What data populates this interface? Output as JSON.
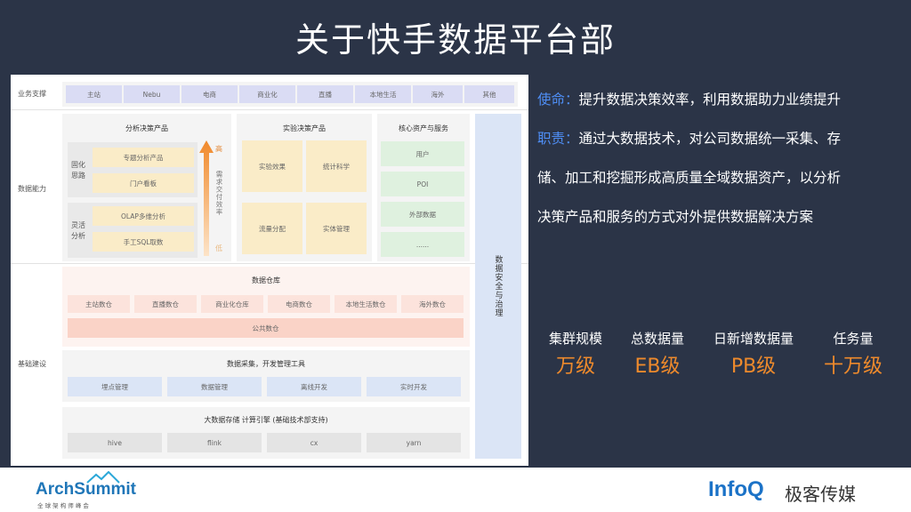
{
  "title": "关于快手数据平台部",
  "mission": {
    "label": "使命",
    "colon": "：",
    "text": "提升数据决策效率，利用数据助力业绩提升"
  },
  "duty": {
    "label": "职责",
    "colon": "：",
    "line1": "通过大数据技术，对公司数据统一采集、存",
    "line2": "储、加工和挖掘形成高质量全域数据资产，以分析",
    "line3": "决策产品和服务的方式对外提供数据解决方案"
  },
  "stats": [
    {
      "label": "集群规模",
      "value": "万级"
    },
    {
      "label": "总数据量",
      "value": "EB级"
    },
    {
      "label": "日新增数据量",
      "value": "PB级"
    },
    {
      "label": "任务量",
      "value": "十万级"
    }
  ],
  "diagram": {
    "rows": {
      "business": "业务支撑",
      "capability": "数据能力",
      "foundation": "基础建设"
    },
    "business_items": [
      "主站",
      "Nebu",
      "电商",
      "商业化",
      "直播",
      "本地生活",
      "海外",
      "其他"
    ],
    "analysis": {
      "title": "分析决策产品",
      "group1_label": "固化\n思路",
      "group1_items": [
        "专题分析产品",
        "门户看板"
      ],
      "group2_label": "灵活\n分析",
      "group2_items": [
        "OLAP多维分析",
        "手工SQL取数"
      ],
      "arrow_top": "高",
      "arrow_mid": "需求交付效率",
      "arrow_bottom": "低"
    },
    "experiment": {
      "title": "实验决策产品",
      "items": [
        "实验效果",
        "统计科学",
        "流量分配",
        "实体管理"
      ]
    },
    "core": {
      "title": "核心资产与服务",
      "items": [
        "用户",
        "POI",
        "外部数据",
        "......"
      ]
    },
    "security": "数据安全与治理",
    "warehouse": {
      "title": "数据仓库",
      "items": [
        "主站数仓",
        "直播数仓",
        "商业化仓库",
        "电商数仓",
        "本地生活数仓",
        "海外数仓"
      ],
      "common": "公共数仓"
    },
    "collection": {
      "title": "数据采集，开发管理工具",
      "items": [
        "埋点管理",
        "数据管理",
        "离线开发",
        "实时开发"
      ]
    },
    "storage": {
      "title": "大数据存储 计算引擎 (基础技术部支持)",
      "items": [
        "hive",
        "flink",
        "cx",
        "yarn"
      ]
    }
  },
  "footer": {
    "left_logo": "ArchSummit",
    "left_sub": "全 球 架 构 师 峰 会",
    "right_logo": "InfoQ",
    "right_text": "极客传媒"
  },
  "colors": {
    "background": "#2b3447",
    "accent_blue": "#4f8ff7",
    "accent_orange": "#ee8a2c"
  }
}
